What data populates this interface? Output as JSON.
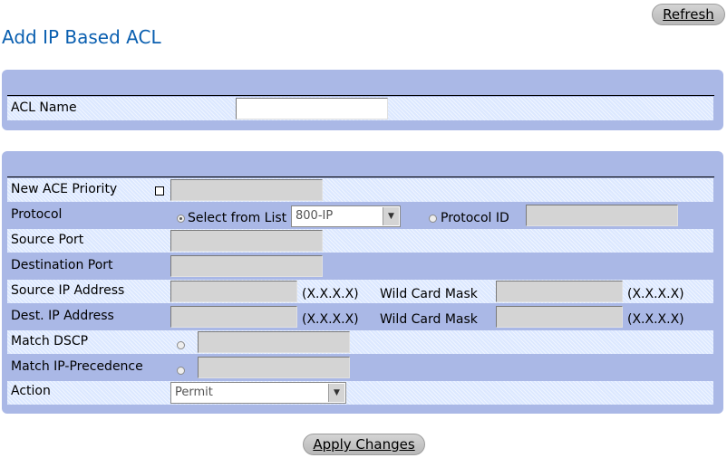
{
  "header": {
    "refresh_label": "Refresh",
    "title": "Add IP Based ACL"
  },
  "acl_panel": {
    "acl_name_label": "ACL Name",
    "acl_name_value": ""
  },
  "ace_panel": {
    "new_ace_priority_label": "New ACE Priority",
    "new_ace_priority_checked": false,
    "protocol_label": "Protocol",
    "protocol_select_from_list_label": "Select from List",
    "protocol_select_value": "800-IP",
    "protocol_id_label": "Protocol ID",
    "source_port_label": "Source Port",
    "destination_port_label": "Destination Port",
    "source_ip_label": "Source IP Address",
    "dest_ip_label": "Dest. IP Address",
    "ip_format_hint": "(X.X.X.X)",
    "wild_card_mask_label": "Wild Card Mask",
    "match_dscp_label": "Match DSCP",
    "match_ip_precedence_label": "Match IP-Precedence",
    "action_label": "Action",
    "action_value": "Permit"
  },
  "footer": {
    "apply_label": "Apply Changes"
  },
  "icons": {
    "dropdown": "chevron-down-icon"
  },
  "colors": {
    "title": "#0a5fb0",
    "panel": "#aab8e6",
    "row": "#dce8ff"
  }
}
